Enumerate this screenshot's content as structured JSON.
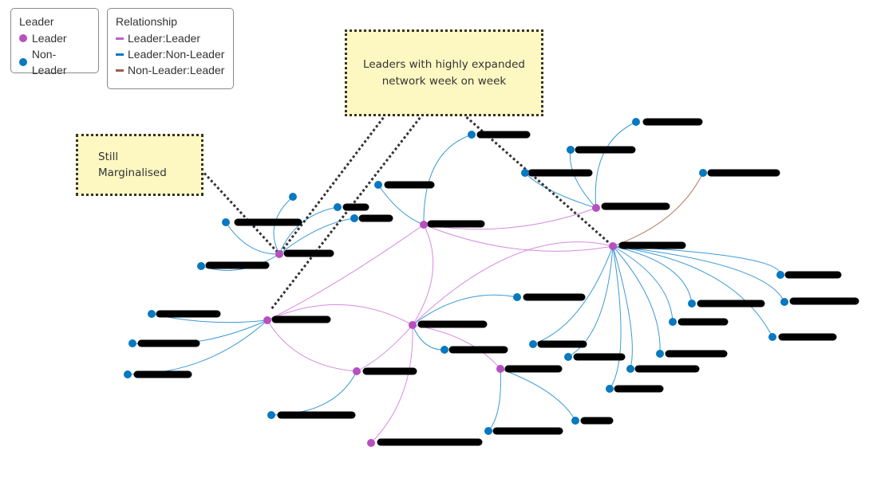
{
  "legend_leader": {
    "title": "Leader",
    "items": [
      {
        "label": "Leader",
        "color": "#b84fc1"
      },
      {
        "label": "Non-Leader",
        "color": "#0878c0"
      }
    ]
  },
  "legend_relationship": {
    "title": "Relationship",
    "items": [
      {
        "label": "Leader:Leader",
        "color": "#c160cb"
      },
      {
        "label": "Leader:Non-Leader",
        "color": "#0f78c0"
      },
      {
        "label": "Non-Leader:Leader",
        "color": "#9a5d4c"
      }
    ]
  },
  "callouts": {
    "expanded_line1": "Leaders with highly expanded",
    "expanded_line2": "network week on week",
    "marginalised_line1": "Still",
    "marginalised_line2": "Marginalised"
  },
  "colors": {
    "leader_node": "#b84fc1",
    "non_leader_node": "#0878c0",
    "leader_leader_edge": "#d68be0",
    "leader_nonleader_edge": "#3c9ad6",
    "nonleader_leader_edge": "#b47868",
    "redaction": "#000000"
  }
}
